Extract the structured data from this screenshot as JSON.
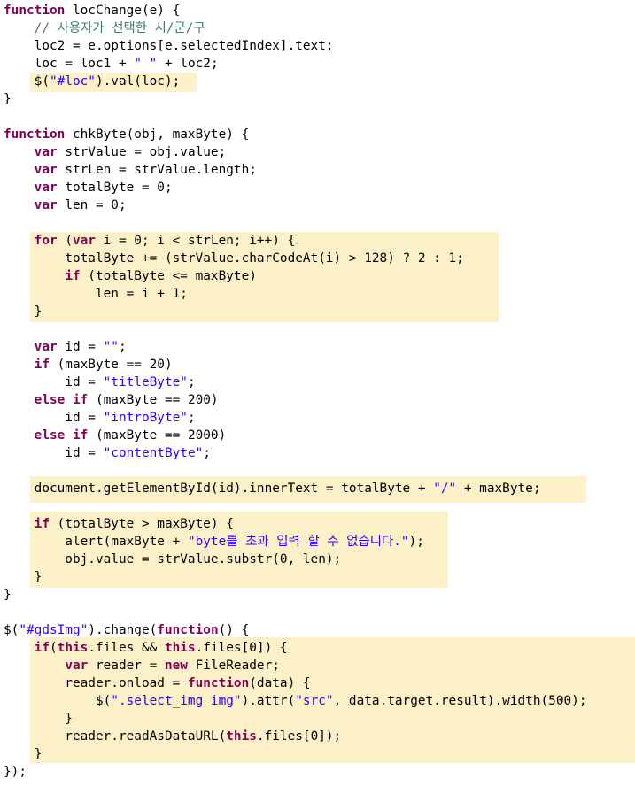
{
  "colors": {
    "keyword": "#7f0055",
    "string": "#2a00ff",
    "comment": "#3f7f5f",
    "text": "#000000",
    "highlight": "#fbf0c8",
    "background": "#ffffff"
  },
  "lines": [
    [
      [
        "k",
        "function"
      ],
      [
        "n",
        " locChange(e) {"
      ]
    ],
    [
      [
        "n",
        "    "
      ],
      [
        "c",
        "// 사용자가 선택한 시/군/구"
      ]
    ],
    [
      [
        "n",
        "    loc2 = e.options[e.selectedIndex].text;"
      ]
    ],
    [
      [
        "n",
        "    loc = loc1 + "
      ],
      [
        "s",
        "\" \""
      ],
      [
        "n",
        " + loc2;"
      ]
    ],
    [
      [
        "n",
        "    $("
      ],
      [
        "s",
        "\"#loc\""
      ],
      [
        "n",
        ").val(loc);"
      ]
    ],
    [
      [
        "n",
        "}"
      ]
    ],
    [],
    [
      [
        "k",
        "function"
      ],
      [
        "n",
        " chkByte(obj, maxByte) {"
      ]
    ],
    [
      [
        "n",
        "    "
      ],
      [
        "k",
        "var"
      ],
      [
        "n",
        " strValue = obj.value;"
      ]
    ],
    [
      [
        "n",
        "    "
      ],
      [
        "k",
        "var"
      ],
      [
        "n",
        " strLen = strValue.length;"
      ]
    ],
    [
      [
        "n",
        "    "
      ],
      [
        "k",
        "var"
      ],
      [
        "n",
        " totalByte = 0;"
      ]
    ],
    [
      [
        "n",
        "    "
      ],
      [
        "k",
        "var"
      ],
      [
        "n",
        " len = 0;"
      ]
    ],
    [],
    [
      [
        "n",
        "    "
      ],
      [
        "k",
        "for"
      ],
      [
        "n",
        " ("
      ],
      [
        "k",
        "var"
      ],
      [
        "n",
        " i = 0; i < strLen; i++) {"
      ]
    ],
    [
      [
        "n",
        "        totalByte += (strValue.charCodeAt(i) > 128) ? 2 : 1;"
      ]
    ],
    [
      [
        "n",
        "        "
      ],
      [
        "k",
        "if"
      ],
      [
        "n",
        " (totalByte <= maxByte)"
      ]
    ],
    [
      [
        "n",
        "            len = i + 1;"
      ]
    ],
    [
      [
        "n",
        "    }"
      ]
    ],
    [],
    [
      [
        "n",
        "    "
      ],
      [
        "k",
        "var"
      ],
      [
        "n",
        " id = "
      ],
      [
        "s",
        "\"\""
      ],
      [
        "n",
        ";"
      ]
    ],
    [
      [
        "n",
        "    "
      ],
      [
        "k",
        "if"
      ],
      [
        "n",
        " (maxByte == 20)"
      ]
    ],
    [
      [
        "n",
        "        id = "
      ],
      [
        "s",
        "\"titleByte\""
      ],
      [
        "n",
        ";"
      ]
    ],
    [
      [
        "n",
        "    "
      ],
      [
        "k",
        "else if"
      ],
      [
        "n",
        " (maxByte == 200)"
      ]
    ],
    [
      [
        "n",
        "        id = "
      ],
      [
        "s",
        "\"introByte\""
      ],
      [
        "n",
        ";"
      ]
    ],
    [
      [
        "n",
        "    "
      ],
      [
        "k",
        "else if"
      ],
      [
        "n",
        " (maxByte == 2000)"
      ]
    ],
    [
      [
        "n",
        "        id = "
      ],
      [
        "s",
        "\"contentByte\""
      ],
      [
        "n",
        ";"
      ]
    ],
    [],
    [
      [
        "n",
        "    document.getElementById(id).innerText = totalByte + "
      ],
      [
        "s",
        "\"/\""
      ],
      [
        "n",
        " + maxByte;"
      ]
    ],
    [],
    [
      [
        "n",
        "    "
      ],
      [
        "k",
        "if"
      ],
      [
        "n",
        " (totalByte > maxByte) {"
      ]
    ],
    [
      [
        "n",
        "        alert(maxByte + "
      ],
      [
        "s",
        "\"byte를 초과 입력 할 수 없습니다.\""
      ],
      [
        "n",
        ");"
      ]
    ],
    [
      [
        "n",
        "        obj.value = strValue.substr(0, len);"
      ]
    ],
    [
      [
        "n",
        "    }"
      ]
    ],
    [
      [
        "n",
        "}"
      ]
    ],
    [],
    [
      [
        "n",
        "$("
      ],
      [
        "s",
        "\"#gdsImg\""
      ],
      [
        "n",
        ").change("
      ],
      [
        "k",
        "function"
      ],
      [
        "n",
        "() {"
      ]
    ],
    [
      [
        "n",
        "    "
      ],
      [
        "k",
        "if"
      ],
      [
        "n",
        "("
      ],
      [
        "k",
        "this"
      ],
      [
        "n",
        ".files && "
      ],
      [
        "k",
        "this"
      ],
      [
        "n",
        ".files[0]) {"
      ]
    ],
    [
      [
        "n",
        "        "
      ],
      [
        "k",
        "var"
      ],
      [
        "n",
        " reader = "
      ],
      [
        "k",
        "new"
      ],
      [
        "n",
        " FileReader;"
      ]
    ],
    [
      [
        "n",
        "        reader.onload = "
      ],
      [
        "k",
        "function"
      ],
      [
        "n",
        "(data) {"
      ]
    ],
    [
      [
        "n",
        "            $("
      ],
      [
        "s",
        "\".select_img img\""
      ],
      [
        "n",
        ").attr("
      ],
      [
        "s",
        "\"src\""
      ],
      [
        "n",
        ", data.target.result).width(500);"
      ]
    ],
    [
      [
        "n",
        "        }"
      ]
    ],
    [
      [
        "n",
        "        reader.readAsDataURL("
      ],
      [
        "k",
        "this"
      ],
      [
        "n",
        ".files[0]);"
      ]
    ],
    [
      [
        "n",
        "    }"
      ]
    ],
    [
      [
        "n",
        "});"
      ]
    ]
  ]
}
